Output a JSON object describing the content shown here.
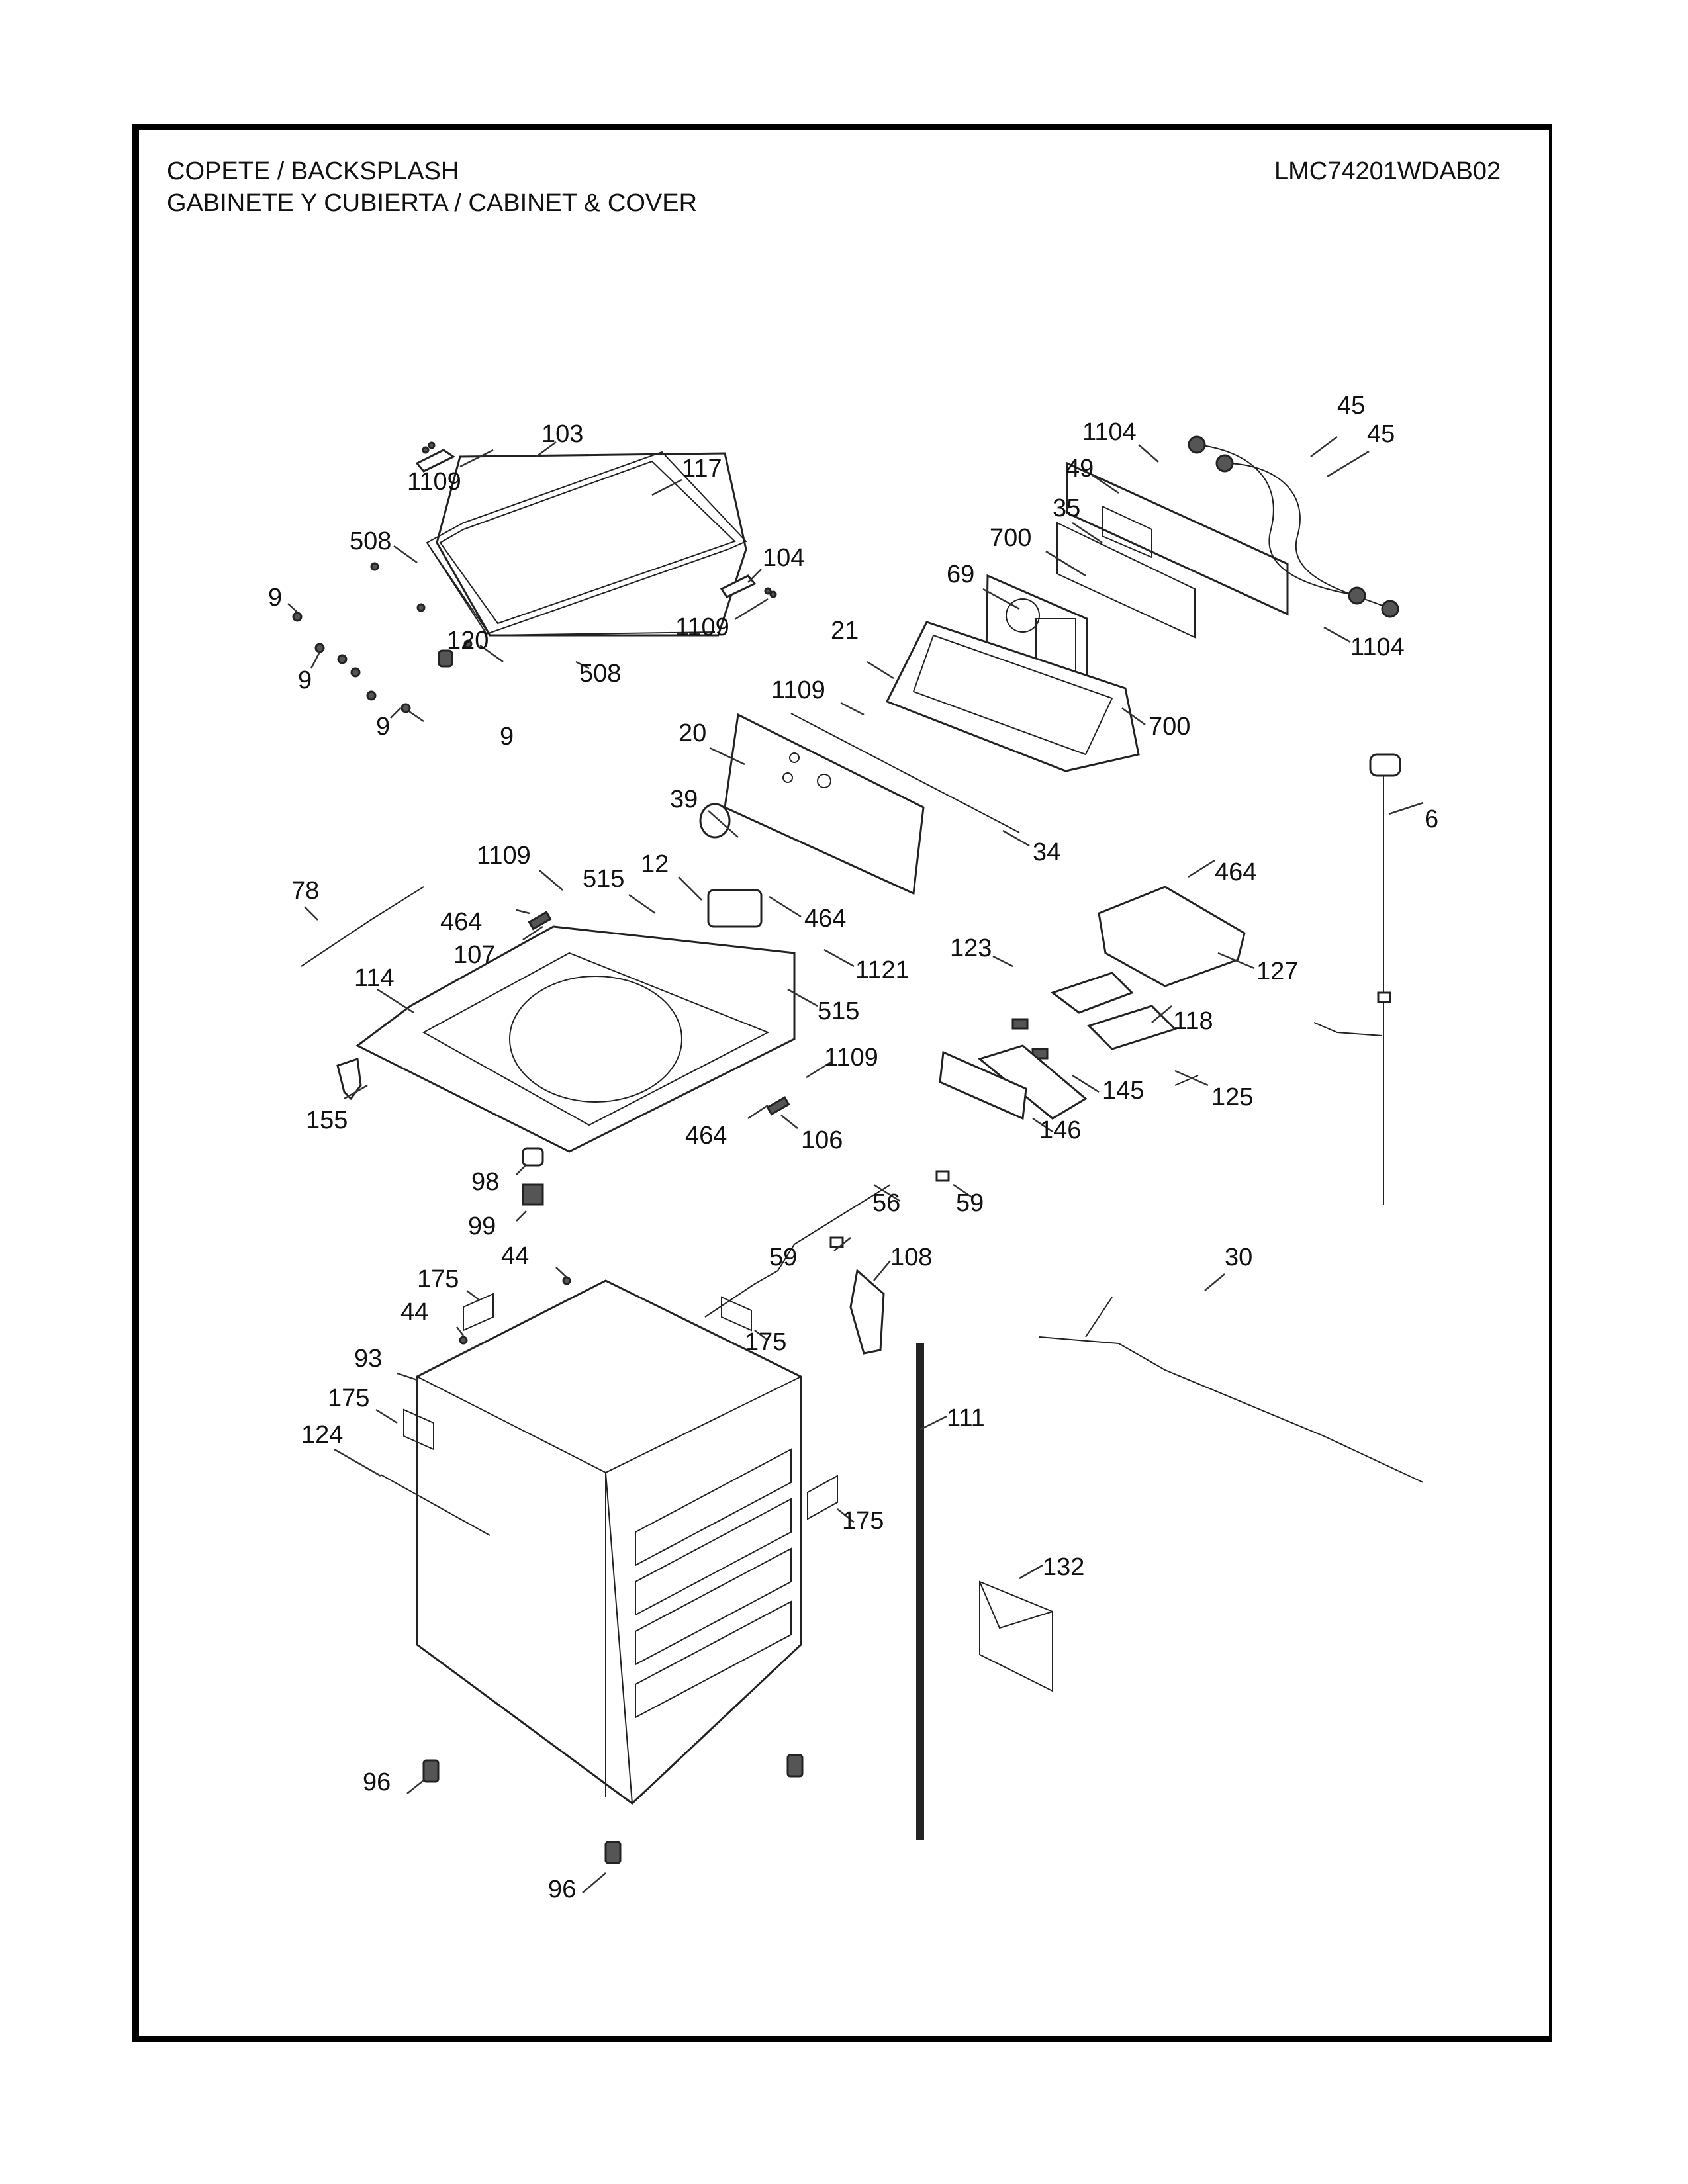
{
  "header": {
    "title_line1": "COPETE / BACKSPLASH",
    "title_line2": "GABINETE Y CUBIERTA / CABINET & COVER",
    "model_number": "LMC74201WDAB02"
  },
  "callouts": [
    {
      "id": "c1109a",
      "label": "1109",
      "part": "screw"
    },
    {
      "id": "c103",
      "label": "103",
      "part": "hinge-left"
    },
    {
      "id": "c117",
      "label": "117",
      "part": "lid-assembly"
    },
    {
      "id": "c508a",
      "label": "508",
      "part": "bumper"
    },
    {
      "id": "c104",
      "label": "104",
      "part": "hinge-right"
    },
    {
      "id": "c9a",
      "label": "9",
      "part": "foot-pad"
    },
    {
      "id": "c1109b",
      "label": "1109",
      "part": "screw"
    },
    {
      "id": "c9b",
      "label": "9",
      "part": "foot-pad"
    },
    {
      "id": "c120",
      "label": "120",
      "part": "lid-lock"
    },
    {
      "id": "c508b",
      "label": "508",
      "part": "bumper"
    },
    {
      "id": "c9c",
      "label": "9",
      "part": "foot-pad"
    },
    {
      "id": "c9d",
      "label": "9",
      "part": "foot-pad"
    },
    {
      "id": "c1104a",
      "label": "1104",
      "part": "screw"
    },
    {
      "id": "c45a",
      "label": "45",
      "part": "inlet-hose"
    },
    {
      "id": "c45b",
      "label": "45",
      "part": "inlet-hose"
    },
    {
      "id": "c49",
      "label": "49",
      "part": "rear-cover"
    },
    {
      "id": "c35",
      "label": "35",
      "part": "label"
    },
    {
      "id": "c700a",
      "label": "700",
      "part": "screw"
    },
    {
      "id": "c69",
      "label": "69",
      "part": "pcb-assembly"
    },
    {
      "id": "c1104b",
      "label": "1104",
      "part": "screw"
    },
    {
      "id": "c21",
      "label": "21",
      "part": "control-panel-frame"
    },
    {
      "id": "c700b",
      "label": "700",
      "part": "screw"
    },
    {
      "id": "c1109c",
      "label": "1109",
      "part": "screw"
    },
    {
      "id": "c20",
      "label": "20",
      "part": "control-panel-deco"
    },
    {
      "id": "c39",
      "label": "39",
      "part": "knob"
    },
    {
      "id": "c34",
      "label": "34",
      "part": "trim"
    },
    {
      "id": "c6",
      "label": "6",
      "part": "power-cord"
    },
    {
      "id": "c1109d",
      "label": "1109",
      "part": "screw"
    },
    {
      "id": "c515a",
      "label": "515",
      "part": "screw"
    },
    {
      "id": "c12",
      "label": "12",
      "part": "inlet-valve"
    },
    {
      "id": "c464a",
      "label": "464",
      "part": "screw"
    },
    {
      "id": "c78",
      "label": "78",
      "part": "harness"
    },
    {
      "id": "c464b",
      "label": "464",
      "part": "screw"
    },
    {
      "id": "c107",
      "label": "107",
      "part": "hinge-bracket"
    },
    {
      "id": "c1121",
      "label": "1121",
      "part": "screw"
    },
    {
      "id": "c464c",
      "label": "464",
      "part": "screw"
    },
    {
      "id": "c127",
      "label": "127",
      "part": "dispenser-housing"
    },
    {
      "id": "c123",
      "label": "123",
      "part": "siphon-cap"
    },
    {
      "id": "c114",
      "label": "114",
      "part": "top-plate"
    },
    {
      "id": "c515b",
      "label": "515",
      "part": "screw"
    },
    {
      "id": "c118",
      "label": "118",
      "part": "dispenser-tray"
    },
    {
      "id": "c1109e",
      "label": "1109",
      "part": "screw"
    },
    {
      "id": "c145",
      "label": "145",
      "part": "drawer"
    },
    {
      "id": "c125",
      "label": "125",
      "part": "lever"
    },
    {
      "id": "c155",
      "label": "155",
      "part": "handle"
    },
    {
      "id": "c464d",
      "label": "464",
      "part": "screw"
    },
    {
      "id": "c106",
      "label": "106",
      "part": "hinge-bracket"
    },
    {
      "id": "c146",
      "label": "146",
      "part": "drawer-panel"
    },
    {
      "id": "c98",
      "label": "98",
      "part": "cover"
    },
    {
      "id": "c56",
      "label": "56",
      "part": "harness"
    },
    {
      "id": "c59a",
      "label": "59",
      "part": "clip"
    },
    {
      "id": "c99",
      "label": "99",
      "part": "switch"
    },
    {
      "id": "c59b",
      "label": "59",
      "part": "clip"
    },
    {
      "id": "c175a",
      "label": "175",
      "part": "label"
    },
    {
      "id": "c44a",
      "label": "44",
      "part": "clip"
    },
    {
      "id": "c108",
      "label": "108",
      "part": "pump-cover"
    },
    {
      "id": "c30",
      "label": "30",
      "part": "main-harness"
    },
    {
      "id": "c44b",
      "label": "44",
      "part": "clip"
    },
    {
      "id": "c175b",
      "label": "175",
      "part": "label"
    },
    {
      "id": "c93",
      "label": "93",
      "part": "cabinet"
    },
    {
      "id": "c175c",
      "label": "175",
      "part": "label"
    },
    {
      "id": "c111",
      "label": "111",
      "part": "drain-hose"
    },
    {
      "id": "c124",
      "label": "124",
      "part": "brace"
    },
    {
      "id": "c175d",
      "label": "175",
      "part": "label"
    },
    {
      "id": "c132",
      "label": "132",
      "part": "manual"
    },
    {
      "id": "c96a",
      "label": "96",
      "part": "leveling-leg"
    },
    {
      "id": "c96b",
      "label": "96",
      "part": "leveling-leg"
    }
  ]
}
